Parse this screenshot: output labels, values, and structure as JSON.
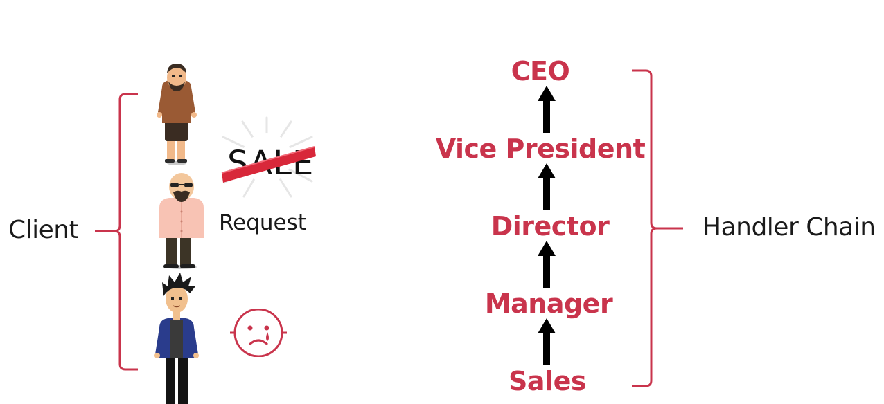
{
  "client": {
    "label": "Client"
  },
  "request": {
    "label": "Request",
    "sale_text": "SALE"
  },
  "handler_chain": {
    "label": "Handler Chain",
    "levels": [
      "CEO",
      "Vice President",
      "Director",
      "Manager",
      "Sales"
    ]
  },
  "colors": {
    "accent": "#c9344c",
    "text": "#1a1a1a",
    "arrow": "#000000"
  },
  "icons": {
    "client_people": [
      "bearded-man-icon",
      "bald-man-icon",
      "spiky-hair-man-icon"
    ],
    "sale_badge": "sale-crossed-out-icon",
    "sad_face": "crying-face-icon"
  }
}
